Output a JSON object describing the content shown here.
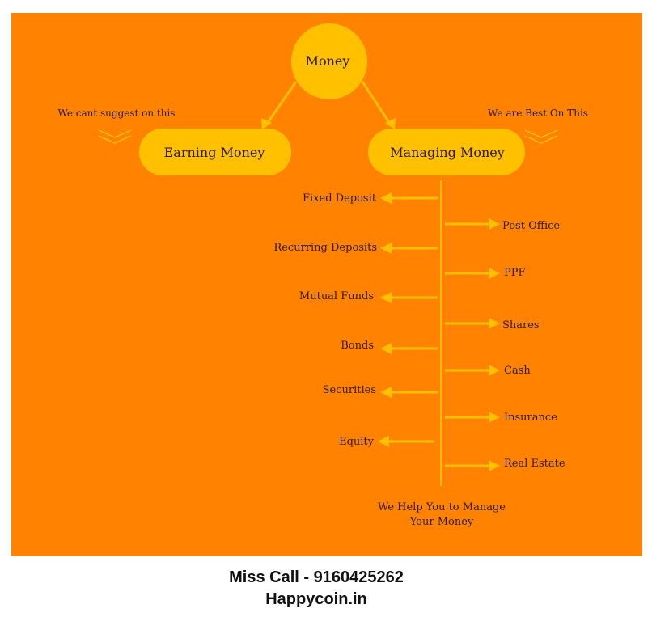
{
  "colors": {
    "background": "#ff8200",
    "node_fill": "#ffc000",
    "connector": "#ffc000",
    "text": "#2a1a08"
  },
  "diagram": {
    "root": "Money",
    "left_branch": {
      "label": "Earning Money",
      "note": "We cant suggest on this"
    },
    "right_branch": {
      "label": "Managing Money",
      "note": "We are Best On This"
    },
    "left_items": [
      "Fixed Deposit",
      "Recurring Deposits",
      "Mutual Funds",
      "Bonds",
      "Securities",
      "Equity"
    ],
    "right_items": [
      "Post Office",
      "PPF",
      "Shares",
      "Cash",
      "Insurance",
      "Real Estate"
    ],
    "tagline": [
      "We Help You to Manage",
      "Your Money"
    ]
  },
  "footer": {
    "line1": "Miss Call - 9160425262",
    "line2": "Happycoin.in"
  }
}
